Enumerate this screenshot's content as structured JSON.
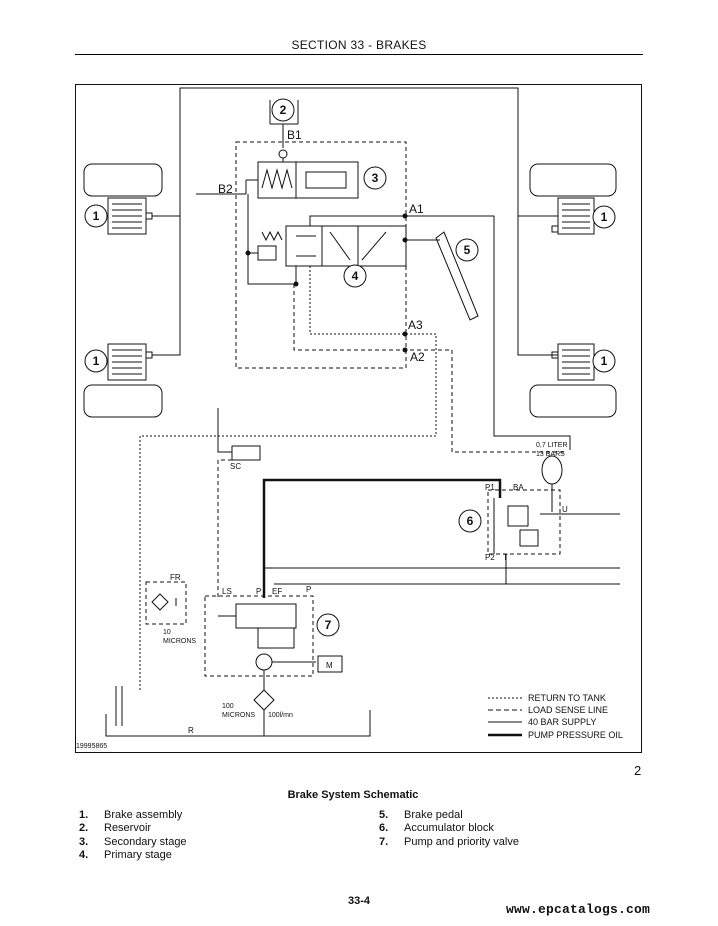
{
  "header": {
    "section": "SECTION 33 - BRAKES"
  },
  "diagram": {
    "callouts": [
      "1",
      "2",
      "3",
      "4",
      "5",
      "6",
      "7"
    ],
    "ports": {
      "b1": "B1",
      "b2": "B2",
      "a1": "A1",
      "a2": "A2",
      "a3": "A3",
      "sc": "SC",
      "fr": "FR",
      "r": "R",
      "ba": "BA",
      "p1": "P1",
      "p2": "P2",
      "t": "T",
      "u": "U",
      "ls": "LS",
      "p_small": "P",
      "ef": "EF",
      "p": "P",
      "m": "M"
    },
    "notes": {
      "filter_fr_1": "10",
      "filter_fr_2": "MICRONS",
      "filter_main_1": "100",
      "filter_main_2": "MICRONS",
      "flow": "100l/mn",
      "accum_1": "0,7 LITER",
      "accum_2": "13 BARS"
    },
    "line_legend": [
      {
        "style": "dotted",
        "label": "RETURN TO TANK"
      },
      {
        "style": "dashed",
        "label": "LOAD SENSE LINE"
      },
      {
        "style": "thin",
        "label": "40 BAR SUPPLY"
      },
      {
        "style": "thick",
        "label": "PUMP PRESSURE OIL"
      }
    ],
    "drawing_id": "19995865"
  },
  "figure_number": "2",
  "caption": "Brake System Schematic",
  "legend_left": [
    {
      "num": "1.",
      "label": "Brake assembly"
    },
    {
      "num": "2.",
      "label": "Reservoir"
    },
    {
      "num": "3.",
      "label": "Secondary stage"
    },
    {
      "num": "4.",
      "label": "Primary stage"
    }
  ],
  "legend_right": [
    {
      "num": "5.",
      "label": "Brake pedal"
    },
    {
      "num": "6.",
      "label": "Accumulator block"
    },
    {
      "num": "7.",
      "label": "Pump and priority valve"
    }
  ],
  "page_number": "33-4",
  "watermark": "www.epcatalogs.com"
}
